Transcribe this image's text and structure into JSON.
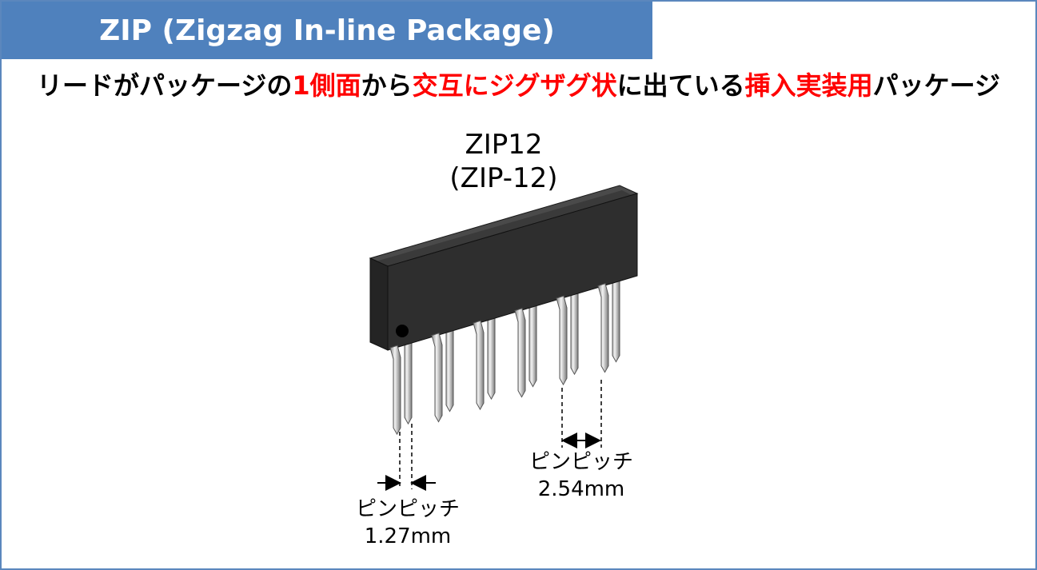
{
  "header": {
    "title": "ZIP (Zigzag In-line Package)"
  },
  "subtitle": {
    "part1": "リードがパッケージの",
    "part2": "1側面",
    "part3": "から",
    "part4": "交互にジグザグ状",
    "part5": "に出ている",
    "part6": "挿入実装用",
    "part7": "パッケージ",
    "highlight_color": "#ff0000"
  },
  "package": {
    "name": "ZIP12",
    "alias": "(ZIP-12)",
    "body_color": "#2b2b2b",
    "lead_color": "#c8c8c8"
  },
  "pitch_small": {
    "label": "ピンピッチ",
    "value": "1.27mm"
  },
  "pitch_large": {
    "label": "ピンピッチ",
    "value": "2.54mm"
  },
  "colors": {
    "title_bg": "#4f81bd",
    "frame": "#5b87bd"
  }
}
